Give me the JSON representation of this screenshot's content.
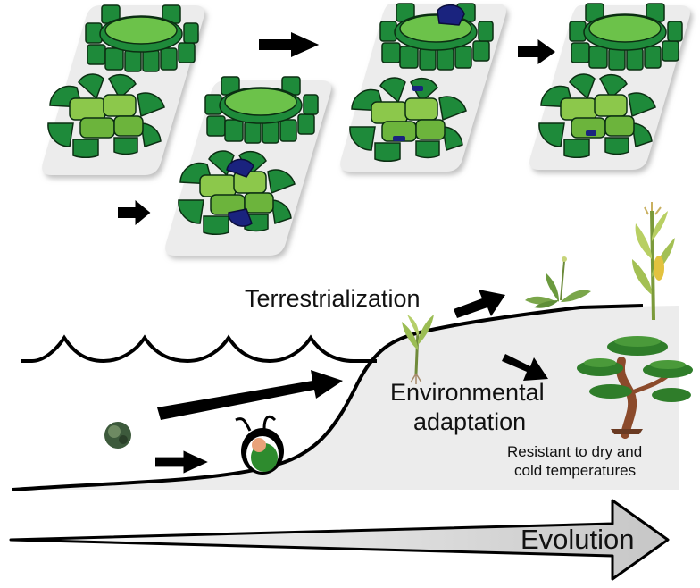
{
  "labels": {
    "terrestrialization": "Terrestrialization",
    "environmental_line1": "Environmental",
    "environmental_line2": "adaptation",
    "resistant_line1": "Resistant to dry and",
    "resistant_line2": "cold temperatures",
    "evolution": "Evolution"
  },
  "colors": {
    "panel": "#ececec",
    "dark_green": "#1e8a3a",
    "mid_green": "#4fae3c",
    "light_green": "#8cc84b",
    "navy_subunit": "#1a237e",
    "land": "#ececec",
    "arrow": "#000000",
    "trunk": "#8b4a2b"
  },
  "icons": [
    "protein-complex-icon",
    "algae-cell-icon",
    "green-alga-icon",
    "seedling-icon",
    "land-plant-icon",
    "corn-plant-icon",
    "bonsai-tree-icon",
    "evolution-arrow-icon"
  ]
}
